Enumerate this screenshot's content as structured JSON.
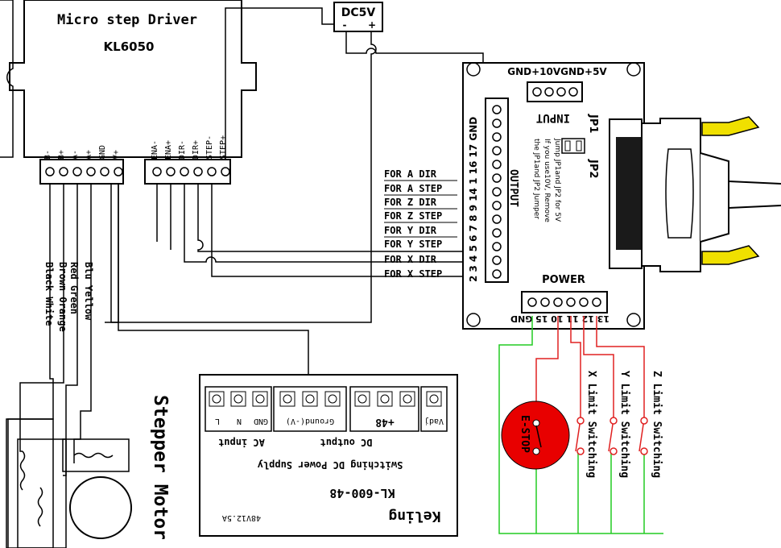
{
  "driver": {
    "title": "Micro step Driver",
    "model": "KL6050",
    "left_pins": [
      "B-",
      "B+",
      "A-",
      "A+",
      "GND",
      "V+"
    ],
    "right_pins": [
      "ENA-",
      "ENA+",
      "DIR-",
      "DIR+",
      "STEP-",
      "STEP+"
    ]
  },
  "motor": {
    "label": "Stepper Motor",
    "wires": [
      "Black White",
      "Brown Orange",
      "Red Green",
      "Blu Yellow"
    ]
  },
  "dc5v": {
    "label": "DC5V",
    "minus": "-",
    "plus": "+"
  },
  "breakout": {
    "top_label": "GND+10VGND+5V",
    "input_label": "INPUT",
    "jp1": "JP1",
    "jp2": "JP2",
    "note_lines": [
      "Jump JP1and JP2 for 5V",
      "If you use10V, Remove",
      "the JP1and JP2 Jumper"
    ],
    "output_label": "OUTPUT",
    "output_pins": "2 3 4 5 6 7 8 9 14 1 16 17 GND",
    "power_label": "POWER",
    "power_pins": "13 12 11 10 15 GND"
  },
  "signal_labels": [
    "FOR A DIR",
    "FOR A STEP",
    "FOR Z DIR",
    "FOR Z STEP",
    "FOR Y DIR",
    "FOR Y STEP",
    "FOR X DIR",
    "FOR X STEP"
  ],
  "psu": {
    "brand": "Keling",
    "model": "KL-600-48",
    "spec": "48V12.5A",
    "title": "Switching DC Power Supply",
    "ac_input": "AC input",
    "dc_output": "DC output",
    "t_l": "L",
    "t_n": "N",
    "t_gnd": "GND",
    "t_ground": "Ground(-V)",
    "t_plus48": "+48",
    "t_vadj": "Vadj"
  },
  "switches": {
    "estop": "E-STOP",
    "x": "X Limit Switching",
    "y": "Y Limit Switching",
    "z": "Z Limit Switching"
  },
  "colors": {
    "line": "#000000",
    "red_wire": "#e02020",
    "green_wire": "#22cc22",
    "estop_fill": "#e80000",
    "connector_yellow": "#f0e000"
  }
}
